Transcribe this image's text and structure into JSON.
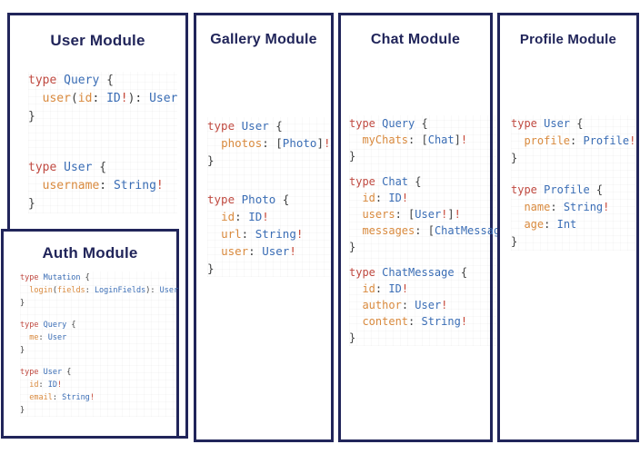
{
  "colors": {
    "navy": "#21255a",
    "kw": "#c04a41",
    "tn": "#3a6db5",
    "fd": "#d98a3e",
    "pn": "#3f4040",
    "bg": "#c64636"
  },
  "panels": {
    "user": {
      "title": "User Module",
      "blocks": [
        [
          [
            [
              "kw",
              "type "
            ],
            [
              "tn",
              "Query "
            ],
            [
              "pn",
              "{"
            ]
          ],
          [
            [
              "pn",
              "  "
            ],
            [
              "fd",
              "user"
            ],
            [
              "pn",
              "("
            ],
            [
              "fd",
              "id"
            ],
            [
              "pn",
              ": "
            ],
            [
              "tn",
              "ID"
            ],
            [
              "bg",
              "!"
            ],
            [
              "pn",
              "): "
            ],
            [
              "tn",
              "User"
            ]
          ],
          [
            [
              "pn",
              "}"
            ]
          ]
        ],
        [
          [
            [
              "kw",
              "type "
            ],
            [
              "tn",
              "User "
            ],
            [
              "pn",
              "{"
            ]
          ],
          [
            [
              "pn",
              "  "
            ],
            [
              "fd",
              "username"
            ],
            [
              "pn",
              ": "
            ],
            [
              "tn",
              "String"
            ],
            [
              "bg",
              "!"
            ]
          ],
          [
            [
              "pn",
              "}"
            ]
          ]
        ]
      ]
    },
    "auth": {
      "title": "Auth Module",
      "blocks": [
        [
          [
            [
              "kw",
              "type "
            ],
            [
              "tn",
              "Mutation "
            ],
            [
              "pn",
              "{"
            ]
          ],
          [
            [
              "pn",
              "  "
            ],
            [
              "fd",
              "login"
            ],
            [
              "pn",
              "("
            ],
            [
              "fd",
              "fields"
            ],
            [
              "pn",
              ": "
            ],
            [
              "tn",
              "LoginFields"
            ],
            [
              "pn",
              "): "
            ],
            [
              "tn",
              "User"
            ]
          ],
          [
            [
              "pn",
              "}"
            ]
          ]
        ],
        [
          [
            [
              "kw",
              "type "
            ],
            [
              "tn",
              "Query "
            ],
            [
              "pn",
              "{"
            ]
          ],
          [
            [
              "pn",
              "  "
            ],
            [
              "fd",
              "me"
            ],
            [
              "pn",
              ": "
            ],
            [
              "tn",
              "User"
            ]
          ],
          [
            [
              "pn",
              "}"
            ]
          ]
        ],
        [
          [
            [
              "kw",
              "type "
            ],
            [
              "tn",
              "User "
            ],
            [
              "pn",
              "{"
            ]
          ],
          [
            [
              "pn",
              "  "
            ],
            [
              "fd",
              "id"
            ],
            [
              "pn",
              ": "
            ],
            [
              "tn",
              "ID"
            ],
            [
              "bg",
              "!"
            ]
          ],
          [
            [
              "pn",
              "  "
            ],
            [
              "fd",
              "email"
            ],
            [
              "pn",
              ": "
            ],
            [
              "tn",
              "String"
            ],
            [
              "bg",
              "!"
            ]
          ],
          [
            [
              "pn",
              "}"
            ]
          ]
        ]
      ]
    },
    "gallery": {
      "title": "Gallery Module",
      "blocks": [
        [
          [
            [
              "kw",
              "type "
            ],
            [
              "tn",
              "User "
            ],
            [
              "pn",
              "{"
            ]
          ],
          [
            [
              "pn",
              "  "
            ],
            [
              "fd",
              "photos"
            ],
            [
              "pn",
              ": ["
            ],
            [
              "tn",
              "Photo"
            ],
            [
              "pn",
              "]"
            ],
            [
              "bg",
              "!"
            ]
          ],
          [
            [
              "pn",
              "}"
            ]
          ]
        ],
        [
          [
            [
              "kw",
              "type "
            ],
            [
              "tn",
              "Photo "
            ],
            [
              "pn",
              "{"
            ]
          ],
          [
            [
              "pn",
              "  "
            ],
            [
              "fd",
              "id"
            ],
            [
              "pn",
              ": "
            ],
            [
              "tn",
              "ID"
            ],
            [
              "bg",
              "!"
            ]
          ],
          [
            [
              "pn",
              "  "
            ],
            [
              "fd",
              "url"
            ],
            [
              "pn",
              ": "
            ],
            [
              "tn",
              "String"
            ],
            [
              "bg",
              "!"
            ]
          ],
          [
            [
              "pn",
              "  "
            ],
            [
              "fd",
              "user"
            ],
            [
              "pn",
              ": "
            ],
            [
              "tn",
              "User"
            ],
            [
              "bg",
              "!"
            ]
          ],
          [
            [
              "pn",
              "}"
            ]
          ]
        ]
      ]
    },
    "chat": {
      "title": "Chat Module",
      "blocks": [
        [
          [
            [
              "kw",
              "type "
            ],
            [
              "tn",
              "Query "
            ],
            [
              "pn",
              "{"
            ]
          ],
          [
            [
              "pn",
              "  "
            ],
            [
              "fd",
              "myChats"
            ],
            [
              "pn",
              ": ["
            ],
            [
              "tn",
              "Chat"
            ],
            [
              "pn",
              "]"
            ],
            [
              "bg",
              "!"
            ]
          ],
          [
            [
              "pn",
              "}"
            ]
          ]
        ],
        [
          [
            [
              "kw",
              "type "
            ],
            [
              "tn",
              "Chat "
            ],
            [
              "pn",
              "{"
            ]
          ],
          [
            [
              "pn",
              "  "
            ],
            [
              "fd",
              "id"
            ],
            [
              "pn",
              ": "
            ],
            [
              "tn",
              "ID"
            ],
            [
              "bg",
              "!"
            ]
          ],
          [
            [
              "pn",
              "  "
            ],
            [
              "fd",
              "users"
            ],
            [
              "pn",
              ": ["
            ],
            [
              "tn",
              "User"
            ],
            [
              "bg",
              "!"
            ],
            [
              "pn",
              "]"
            ],
            [
              "bg",
              "!"
            ]
          ],
          [
            [
              "pn",
              "  "
            ],
            [
              "fd",
              "messages"
            ],
            [
              "pn",
              ": ["
            ],
            [
              "tn",
              "ChatMessage"
            ],
            [
              "pn",
              "]"
            ],
            [
              "bg",
              "!"
            ]
          ],
          [
            [
              "pn",
              "}"
            ]
          ]
        ],
        [
          [
            [
              "kw",
              "type "
            ],
            [
              "tn",
              "ChatMessage "
            ],
            [
              "pn",
              "{"
            ]
          ],
          [
            [
              "pn",
              "  "
            ],
            [
              "fd",
              "id"
            ],
            [
              "pn",
              ": "
            ],
            [
              "tn",
              "ID"
            ],
            [
              "bg",
              "!"
            ]
          ],
          [
            [
              "pn",
              "  "
            ],
            [
              "fd",
              "author"
            ],
            [
              "pn",
              ": "
            ],
            [
              "tn",
              "User"
            ],
            [
              "bg",
              "!"
            ]
          ],
          [
            [
              "pn",
              "  "
            ],
            [
              "fd",
              "content"
            ],
            [
              "pn",
              ": "
            ],
            [
              "tn",
              "String"
            ],
            [
              "bg",
              "!"
            ]
          ],
          [
            [
              "pn",
              "}"
            ]
          ]
        ]
      ]
    },
    "profile": {
      "title": "Profile Module",
      "blocks": [
        [
          [
            [
              "kw",
              "type "
            ],
            [
              "tn",
              "User "
            ],
            [
              "pn",
              "{"
            ]
          ],
          [
            [
              "pn",
              "  "
            ],
            [
              "fd",
              "profile"
            ],
            [
              "pn",
              ": "
            ],
            [
              "tn",
              "Profile"
            ],
            [
              "bg",
              "!"
            ]
          ],
          [
            [
              "pn",
              "}"
            ]
          ]
        ],
        [
          [
            [
              "kw",
              "type "
            ],
            [
              "tn",
              "Profile "
            ],
            [
              "pn",
              "{"
            ]
          ],
          [
            [
              "pn",
              "  "
            ],
            [
              "fd",
              "name"
            ],
            [
              "pn",
              ": "
            ],
            [
              "tn",
              "String"
            ],
            [
              "bg",
              "!"
            ]
          ],
          [
            [
              "pn",
              "  "
            ],
            [
              "fd",
              "age"
            ],
            [
              "pn",
              ": "
            ],
            [
              "tn",
              "Int"
            ]
          ],
          [
            [
              "pn",
              "}"
            ]
          ]
        ]
      ]
    }
  }
}
